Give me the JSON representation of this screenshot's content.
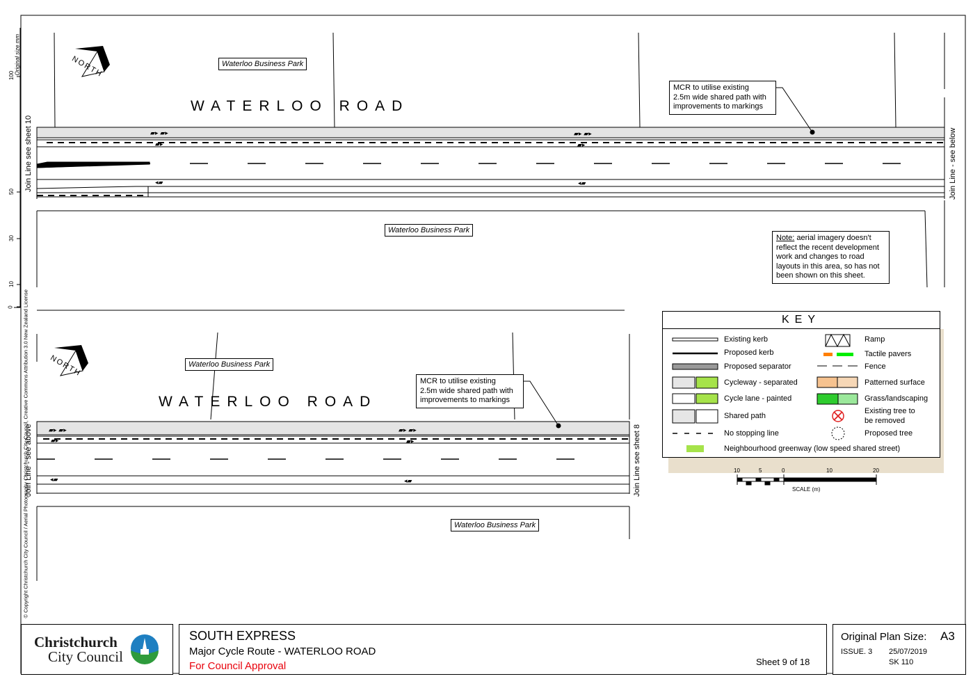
{
  "top_view": {
    "road_name": "WATERLOO ROAD",
    "business_park_label_1": "Waterloo Business Park",
    "business_park_label_2": "Waterloo Business Park",
    "callout": [
      "MCR to utilise existing",
      "2.5m wide shared path with",
      "improvements to markings"
    ],
    "note_title": "Note:",
    "note_text": [
      "aerial imagery doesn't",
      "reflect the recent development",
      "work and changes to road",
      "layouts in this area, so has not",
      "been shown on this sheet."
    ],
    "join_left": "Join Line see sheet 10",
    "join_right": "Join Line - see below",
    "north": "NORTH"
  },
  "bottom_view": {
    "road_name": "WATERLOO ROAD",
    "business_park_label_1": "Waterloo Business Park",
    "business_park_label_2": "Waterloo Business Park",
    "callout": [
      "MCR to utilise existing",
      "2.5m wide shared path with",
      "improvements to markings"
    ],
    "join_left": "Join Line - see above",
    "join_right": "Join Line see sheet 8",
    "north": "NORTH"
  },
  "side_notes": {
    "original_size": "Original size mm",
    "ruler_ticks": [
      "100",
      "50",
      "30",
      "10",
      "0"
    ],
    "copyright": "© Copyright Christchurch City Council / Aerial Photography Christchurch City Council, Creative Commons Attribution 3.0 New Zealand License"
  },
  "key": {
    "title": "KEY",
    "left_items": [
      "Existing kerb",
      "Proposed kerb",
      "Proposed separator",
      "Cycleway - separated",
      "Cycle lane - painted",
      "Shared path",
      "No stopping line"
    ],
    "right_items": [
      "Ramp",
      "Tactile pavers",
      "Fence",
      "Patterned surface",
      "Grass/landscaping",
      "Existing tree to",
      "be removed",
      "Proposed tree"
    ],
    "greenway": "Neighbourhood greenway (low speed shared street)",
    "colors": {
      "tactile_orange": "#ff7f00",
      "tactile_green": "#00ee00",
      "patterned": "#f6c28f",
      "grass": "#2ecc2e",
      "grass_hatch": "#9be89b",
      "remove_tree": "#e02020",
      "greenway": "#a6e34a"
    }
  },
  "scale": {
    "ticks": [
      "10",
      "5",
      "0",
      "10",
      "20"
    ],
    "label": "SCALE (m)"
  },
  "title_block": {
    "org_line1": "Christchurch",
    "org_line2": "City Council",
    "project": "SOUTH EXPRESS",
    "subtitle": "Major Cycle Route - WATERLOO ROAD",
    "status": "For Council Approval",
    "sheet": "Sheet 9 of 18",
    "plan_size_label": "Original Plan Size:",
    "plan_size": "A3",
    "issue": "ISSUE. 3",
    "date": "25/07/2019",
    "drawing_no": "SK 110"
  }
}
